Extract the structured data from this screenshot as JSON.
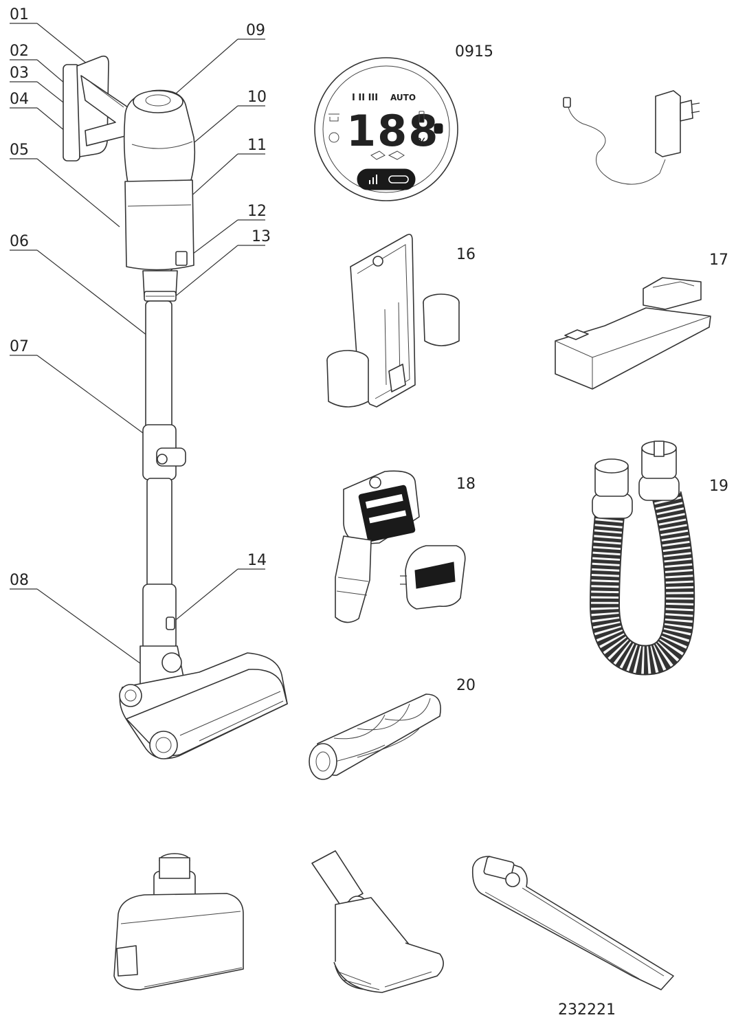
{
  "labels": {
    "l01": "01",
    "l02": "02",
    "l03": "03",
    "l04": "04",
    "l05": "05",
    "l06": "06",
    "l07": "07",
    "l08": "08",
    "l09": "09",
    "l10": "10",
    "l11": "11",
    "l12": "12",
    "l13": "13",
    "l14": "14",
    "l0915": "0915",
    "l16": "16",
    "l17": "17",
    "l18": "18",
    "l19": "19",
    "l20": "20",
    "l232221": "232221"
  },
  "display": {
    "digits": "188",
    "percent": "%",
    "mode_bars": "I II III",
    "mode_auto": "AUTO"
  },
  "colors": {
    "line": "#333333",
    "dark": "#1a1a1a"
  }
}
